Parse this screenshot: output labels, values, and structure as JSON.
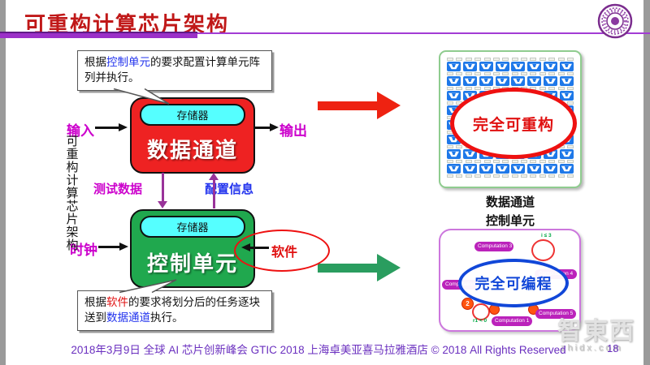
{
  "header": {
    "title": "可重构计算芯片架构"
  },
  "diagram": {
    "side_label": "可重构计算芯片架构",
    "input": "输入",
    "output": "输出",
    "clock": "时钟",
    "software": "软件",
    "test_data": "测试数据",
    "config_info": "配置信息",
    "memory": "存储器",
    "datapath": "数据通道",
    "control_unit": "控制单元",
    "callout_top": {
      "part1": "根据",
      "highlight": "控制单元",
      "part2": "的要求配置计算单元阵列并执行。"
    },
    "callout_bottom": {
      "part1": "根据",
      "highlight_red": "软件",
      "part2": "的要求将划分后的任务逐块送到",
      "highlight_blue": "数据通道",
      "part3": "执行。"
    }
  },
  "figures": {
    "datapath": {
      "overlay": "完全可重构",
      "caption": "数据通道"
    },
    "control": {
      "caption": "控制单元",
      "overlay": "完全可编程",
      "node1": "Computation 3",
      "node2": "Computation 4",
      "node3": "Computation 2",
      "node4": "Computation 1",
      "node5": "Computation 5",
      "ann_loop1": "i ≤ 3",
      "ann_loop2": "r1 < 0",
      "ann_count": "2"
    }
  },
  "footer": {
    "text": "2018年3月9日 全球 AI 芯片创新峰会 GTIC 2018 上海卓美亚喜马拉雅酒店 © 2018 All Rights Reserved",
    "page": "18",
    "watermark": "智東西",
    "watermark_site": "zhidx.com"
  },
  "colors": {
    "title_red": "#c01818",
    "accent_purple": "#9b30c8",
    "datapath_red": "#ee2222",
    "control_green": "#20a84e",
    "memory_cyan": "#55ffff",
    "magenta": "#cc00cc",
    "info_blue": "#2233ee",
    "arrow_purple": "#993399",
    "footer_purple": "#6a2fbf"
  }
}
